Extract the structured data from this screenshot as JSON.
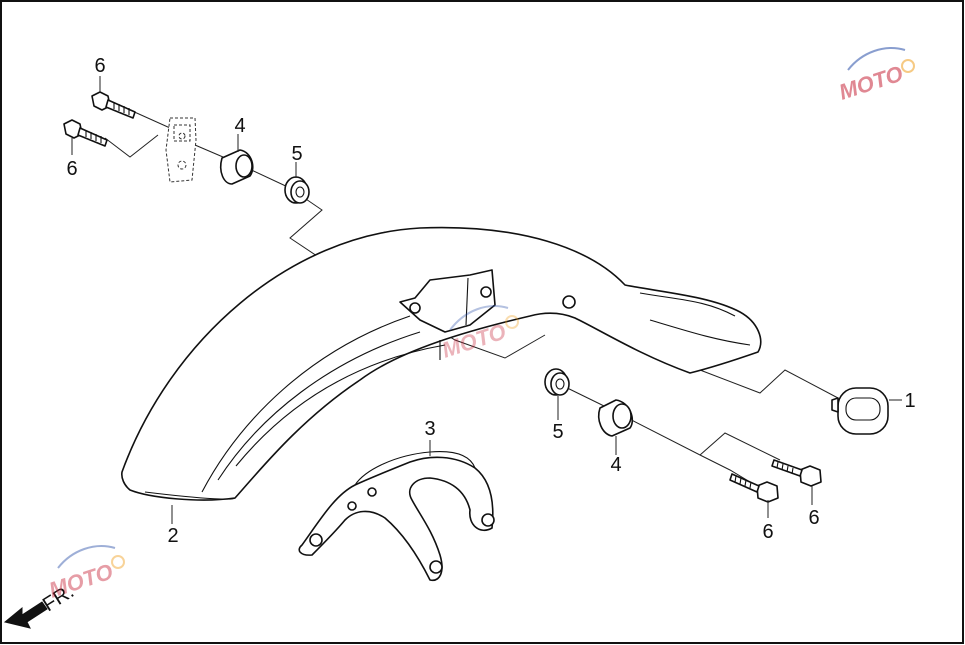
{
  "diagram": {
    "callouts": [
      {
        "id": "c1",
        "label": "1"
      },
      {
        "id": "c2",
        "label": "2"
      },
      {
        "id": "c3",
        "label": "3"
      },
      {
        "id": "c4a",
        "label": "4"
      },
      {
        "id": "c4b",
        "label": "4"
      },
      {
        "id": "c5a",
        "label": "5"
      },
      {
        "id": "c5b",
        "label": "5"
      },
      {
        "id": "c6a",
        "label": "6"
      },
      {
        "id": "c6b",
        "label": "6"
      },
      {
        "id": "c6c",
        "label": "6"
      },
      {
        "id": "c6d",
        "label": "6"
      }
    ],
    "direction_label": "FR.",
    "watermark": {
      "brand": "MOTO",
      "color_primary": "#c8283c",
      "color_secondary": "#2a4fa8"
    }
  }
}
